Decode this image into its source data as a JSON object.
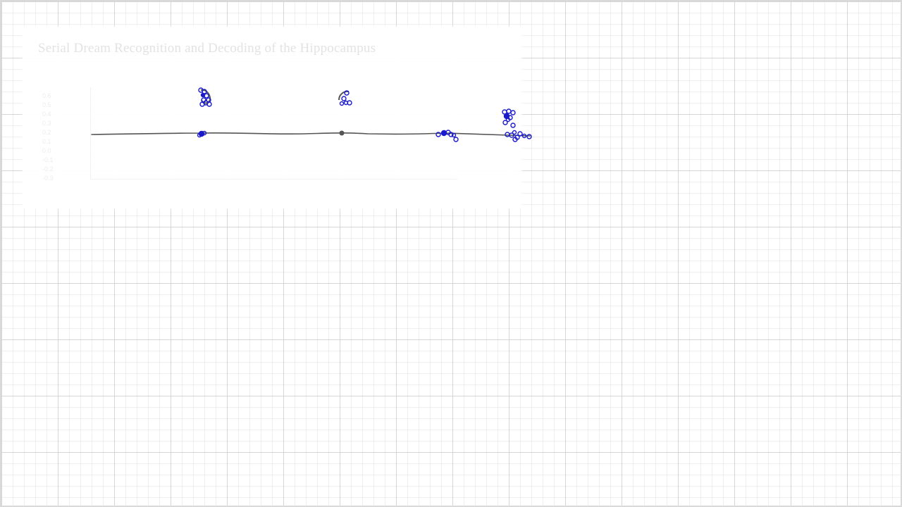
{
  "canvas": {
    "background": "#ffffff",
    "grid_major": "#d6d6d6",
    "grid_minor": "#efefef"
  },
  "pasted_image": {
    "faded_title": "Serial Dream Recognition and Decoding of the Hippocampus",
    "faded_axis_ticks": [
      "0.6",
      "0.5",
      "0.4",
      "0.3",
      "0.2",
      "0.1",
      "0.0",
      "-0.1",
      "-0.2",
      "-0.3"
    ]
  },
  "annotations": {
    "stroke_color": "#555555",
    "marker_color": "#1a1acc"
  }
}
